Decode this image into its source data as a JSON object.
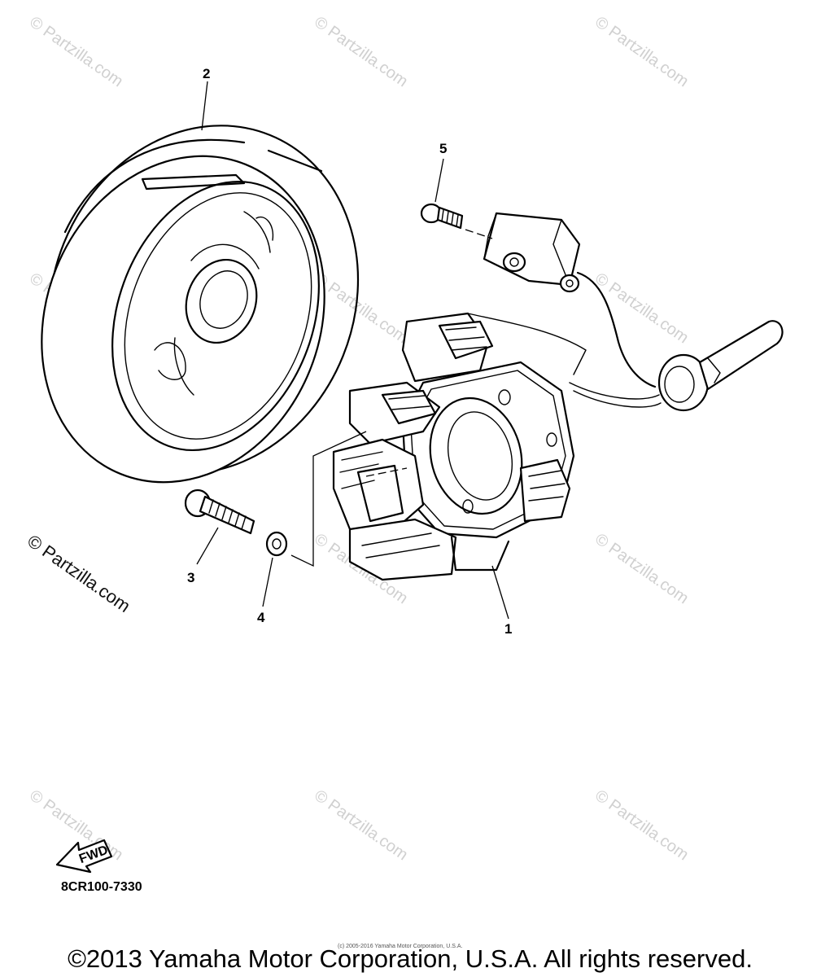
{
  "watermarks": [
    "© Partzilla.com",
    "© Partzilla.com",
    "© Partzilla.com",
    "© Partzilla.com",
    "© Partzilla.com",
    "© Partzilla.com",
    "© Partzilla.com",
    "© Partzilla.com",
    "© Partzilla.com",
    "© Partzilla.com",
    "© Partzilla.com"
  ],
  "callouts": [
    "1",
    "2",
    "3",
    "4",
    "5"
  ],
  "fwd_label": "FWD",
  "diagram_code": "8CR100-7330",
  "copyright_small": "(c) 2005-2016 Yamaha Motor Corporation, U.S.A.",
  "copyright": "©2013 Yamaha Motor Corporation, U.S.A. All rights reserved."
}
